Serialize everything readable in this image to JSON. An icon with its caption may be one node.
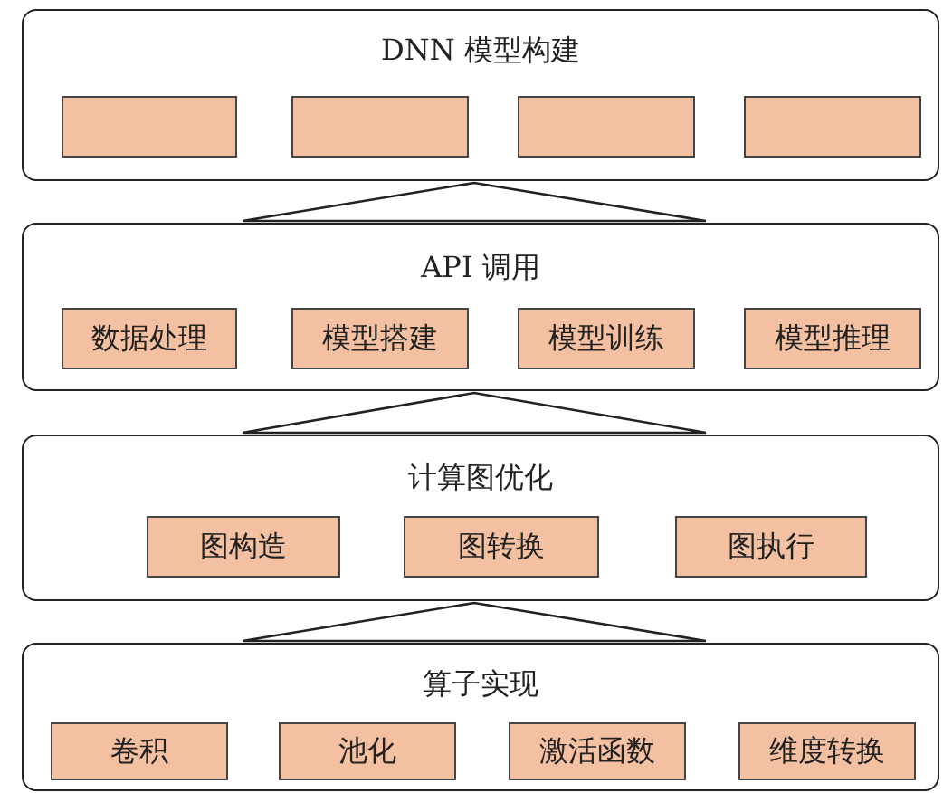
{
  "diagram": {
    "nodes": [
      {
        "text": [
          "DNN 模型构建"
        ]
      },
      {
        "text": [],
        "shape": "box",
        "in": 0
      },
      {
        "text": [],
        "shape": "box",
        "in": 0
      },
      {
        "text": [],
        "shape": "box",
        "in": 0
      },
      {
        "text": [],
        "shape": "box",
        "in": 0
      },
      {
        "text": [
          "API 调用"
        ]
      },
      {
        "text": [
          "数据处理"
        ],
        "in": 5
      },
      {
        "text": [
          "模型搭建"
        ],
        "in": 5
      },
      {
        "text": [
          "模型训练"
        ],
        "in": 5
      },
      {
        "text": [
          "模型推理"
        ],
        "in": 5
      },
      {
        "text": [
          "计算图优化"
        ]
      },
      {
        "text": [
          "图构造"
        ],
        "in": 10
      },
      {
        "text": [
          "图转换"
        ],
        "in": 10
      },
      {
        "text": [
          "图执行"
        ],
        "in": 10
      },
      {
        "text": [
          "算子实现"
        ]
      },
      {
        "text": [
          "卷积"
        ],
        "in": 14
      },
      {
        "text": [
          "池化"
        ],
        "in": 14
      },
      {
        "text": [
          "激活函数"
        ],
        "in": 14
      },
      {
        "text": [
          "维度转换"
        ],
        "in": 14
      }
    ],
    "edges": [
      {
        "from": 14,
        "to": 10,
        "arrow": "to"
      },
      {
        "from": 10,
        "to": 5,
        "arrow": "to"
      },
      {
        "from": 5,
        "to": 0,
        "arrow": "to"
      }
    ]
  }
}
